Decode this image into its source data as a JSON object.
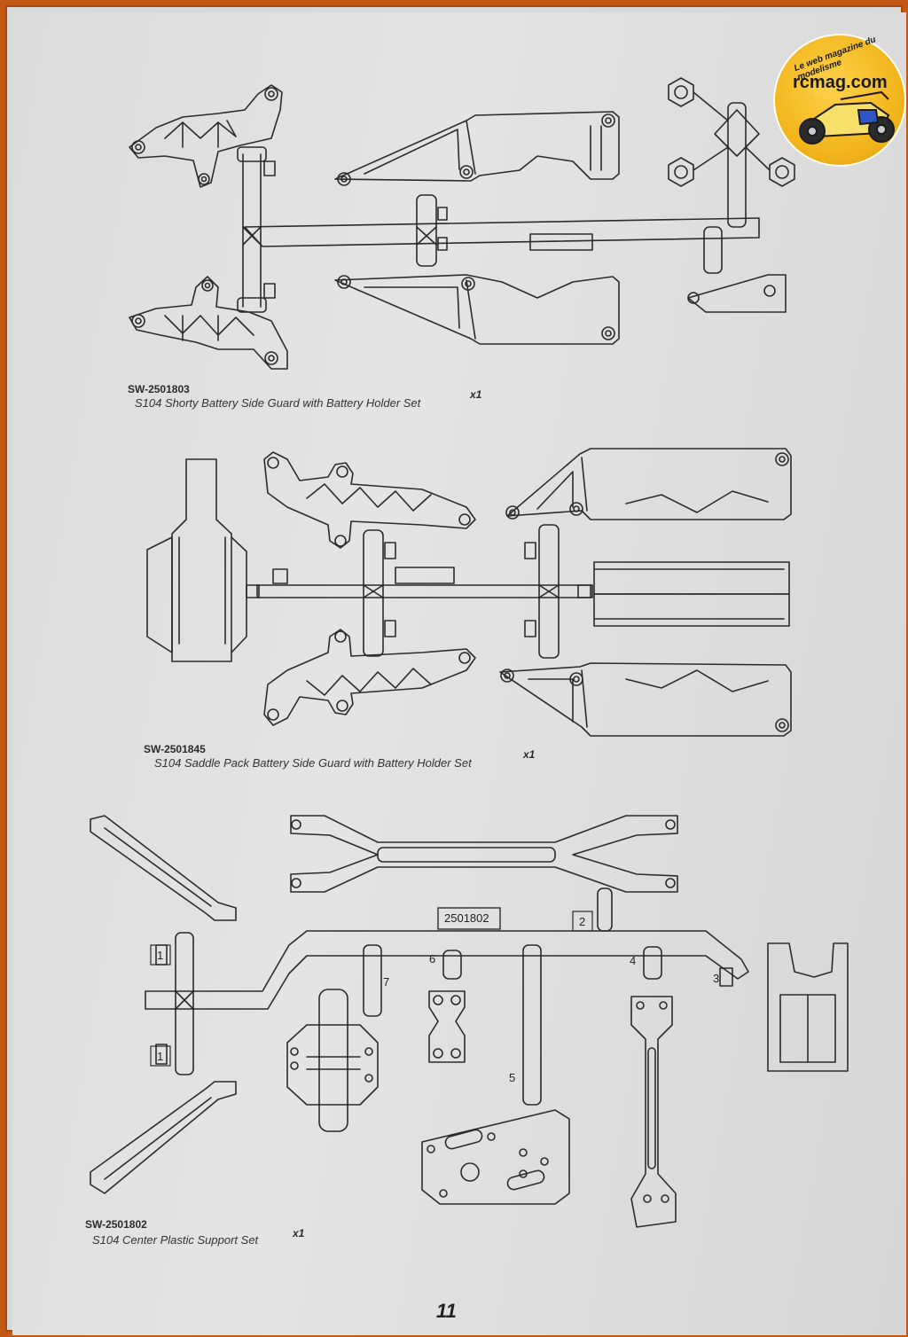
{
  "section1": {
    "code": "SW-2501803",
    "description": "S104 Shorty Battery Side Guard with Battery Holder Set",
    "qty": "x1"
  },
  "section2": {
    "code": "SW-2501845",
    "description": "S104 Saddle Pack Battery Side Guard with Battery Holder Set",
    "qty": "x1"
  },
  "section3": {
    "code": "SW-2501802",
    "description": "S104 Center Plastic Support Set",
    "qty": "x1",
    "tree_number": "2501802",
    "part_labels": [
      "1",
      "1",
      "2",
      "3",
      "4",
      "5",
      "6",
      "7"
    ]
  },
  "page_number": "11",
  "logo": {
    "text": "rcmag.com",
    "tagline": "Le web magazine du modelisme",
    "icon": "rc-buggy-icon"
  },
  "colors": {
    "border": "#c25a16",
    "paper": "#dcdcdc",
    "line": "#2a2a2a",
    "logo": "#f2b51c"
  }
}
